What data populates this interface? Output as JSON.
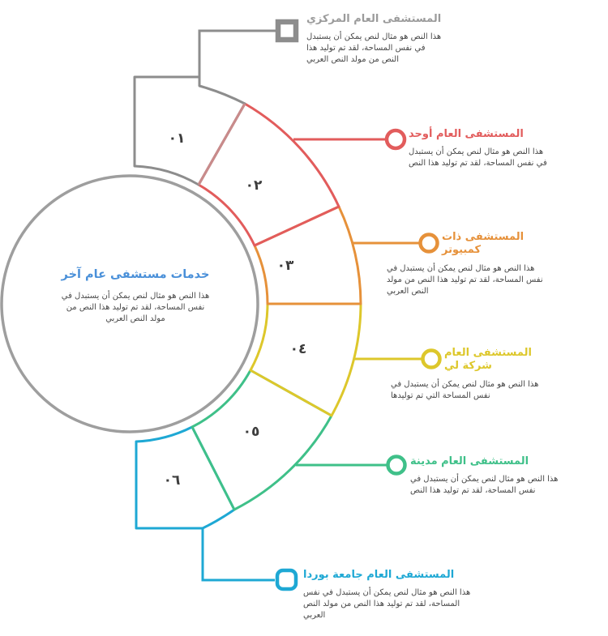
{
  "center": {
    "title": "خدمات مستشفى عام آخر",
    "body": "هذا النص هو مثال لنص يمكن أن يستبدل في نفس المساحة، لقد تم توليد هذا النص من مولد النص العربي"
  },
  "segments": [
    {
      "number": "٠١",
      "color": "#8d8d8d"
    },
    {
      "number": "٠٢",
      "color": "#e25c5c"
    },
    {
      "number": "٠٣",
      "color": "#e6913a"
    },
    {
      "number": "٠٤",
      "color": "#ddc72b"
    },
    {
      "number": "٠٥",
      "color": "#3fc089"
    },
    {
      "number": "٠٦",
      "color": "#1ea8d4"
    }
  ],
  "callouts": [
    {
      "id": "top",
      "color": "#9b9b9b",
      "title": "المستشفى العام المركزي",
      "body": "هذا النص هو مثال لنص يمكن أن يستبدل في نفس المساحة، لقد تم توليد هذا النص من مولد النص العربي"
    },
    {
      "id": "red",
      "color": "#e25c5c",
      "title": "المستشفى العام أوحد",
      "body": "هذا النص هو مثال لنص يمكن أن يستبدل في نفس المساحة، لقد تم توليد هذا النص"
    },
    {
      "id": "orange",
      "color": "#e6913a",
      "title": "المستشفى ذات كمبيوتر",
      "body": "هذا النص هو مثال لنص يمكن أن يستبدل في نفس المساحة، لقد تم توليد هذا النص من مولد النص العربي"
    },
    {
      "id": "yellow",
      "color": "#ddc72b",
      "title": "المستشفى العام شركة لي",
      "body": "هذا النص هو مثال لنص يمكن أن يستبدل في نفس المساحة التي تم توليدها"
    },
    {
      "id": "green",
      "color": "#3fc089",
      "title": "المستشفى العام مدينة",
      "body": "هذا النص هو مثال لنص يمكن أن يستبدل في نفس المساحة، لقد تم توليد هذا النص"
    },
    {
      "id": "teal",
      "color": "#1ea8d4",
      "title": "المستشفى العام جامعة بوردا",
      "body": "هذا النص هو مثال لنص يمكن أن يستبدل في نفس المساحة، لقد تم توليد هذا النص من مولد النص العربي"
    }
  ]
}
